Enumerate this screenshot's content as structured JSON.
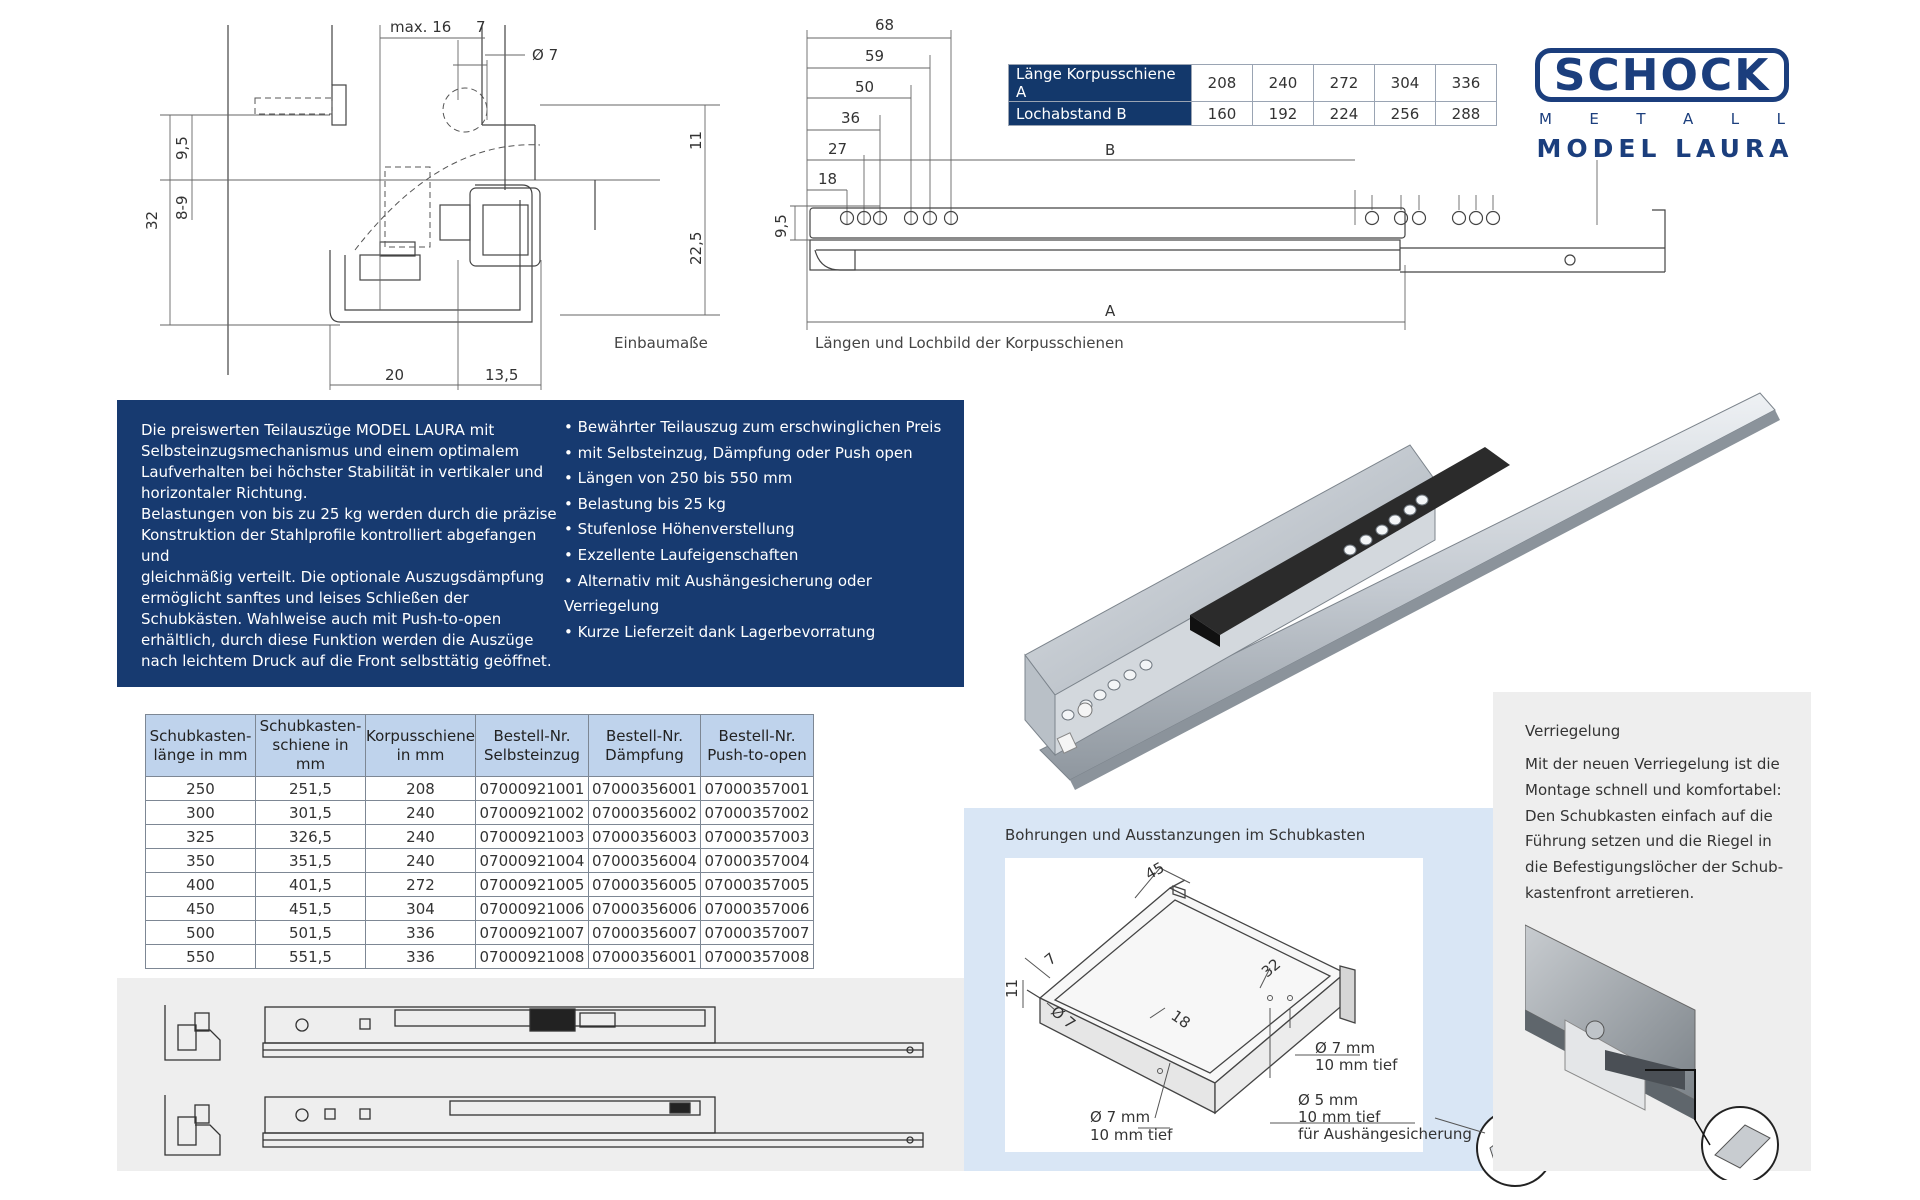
{
  "drawing_install": {
    "caption": "Einbaumaße",
    "dims": {
      "max16": "max. 16",
      "d7": "7",
      "dia7": "Ø 7",
      "d9_5": "9,5",
      "d8_9": "8-9",
      "d32": "32",
      "d11": "11",
      "d22_5": "22,5",
      "d20": "20",
      "d13_5": "13,5"
    }
  },
  "drawing_rail": {
    "caption": "Längen und Lochbild der Korpusschienen",
    "dims": {
      "d68": "68",
      "d59": "59",
      "d50": "50",
      "d36": "36",
      "d27": "27",
      "d18": "18",
      "d9_5": "9,5",
      "B": "B",
      "A": "A"
    }
  },
  "length_table": {
    "rows": [
      {
        "label": "Länge Korpusschiene A",
        "values": [
          "208",
          "240",
          "272",
          "304",
          "336"
        ]
      },
      {
        "label": "Lochabstand B",
        "values": [
          "160",
          "192",
          "224",
          "256",
          "288"
        ]
      }
    ]
  },
  "brand": {
    "logo_text": "SCHOCK",
    "metall_letters": [
      "M",
      "E",
      "T",
      "A",
      "L",
      "L"
    ],
    "model": "MODEL LAURA",
    "color": "#1b3e7d"
  },
  "intro": {
    "paragraph": "Die preiswerten Teilauszüge MODEL LAURA mit\nSelbsteinzugsmechanismus und einem optimalem\nLaufverhalten bei höchster Stabilität in vertikaler und\nhorizontaler Richtung.\nBelastungen von bis zu 25 kg werden durch die präzise\nKonstruktion der Stahlprofile kontrolliert abgefangen und\ngleichmäßig verteilt. Die optionale Auszugsdämpfung\nermöglicht sanftes und leises Schließen der\nSchubkästen. Wahlweise auch mit Push-to-open\nerhältlich, durch diese Funktion werden die Auszüge\nnach leichtem Druck auf die Front selbsttätig geöffnet.",
    "bullets": [
      "Bewährter Teilauszug zum erschwinglichen Preis",
      "mit Selbsteinzug, Dämpfung oder Push open",
      "Längen von 250 bis 550 mm",
      "Belastung bis 25 kg",
      "Stufenlose Höhenverstellung",
      "Exzellente Laufeigenschaften",
      "Alternativ mit Aushängesicherung oder Verriegelung",
      "Kurze Lieferzeit dank Lagerbevorratung"
    ],
    "panel_color": "#173a70"
  },
  "order_table": {
    "headers": [
      [
        "Schubkasten-",
        "länge in mm"
      ],
      [
        "Schubkasten-",
        "schiene in mm"
      ],
      [
        "Korpusschiene",
        "in mm"
      ],
      [
        "Bestell-Nr.",
        "Selbsteinzug"
      ],
      [
        "Bestell-Nr.",
        "Dämpfung"
      ],
      [
        "Bestell-Nr.",
        "Push-to-open"
      ]
    ],
    "rows": [
      [
        "250",
        "251,5",
        "208",
        "07000921001",
        "07000356001",
        "07000357001"
      ],
      [
        "300",
        "301,5",
        "240",
        "07000921002",
        "07000356002",
        "07000357002"
      ],
      [
        "325",
        "326,5",
        "240",
        "07000921003",
        "07000356003",
        "07000357003"
      ],
      [
        "350",
        "351,5",
        "240",
        "07000921004",
        "07000356004",
        "07000357004"
      ],
      [
        "400",
        "401,5",
        "272",
        "07000921005",
        "07000356005",
        "07000357005"
      ],
      [
        "450",
        "451,5",
        "304",
        "07000921006",
        "07000356006",
        "07000357006"
      ],
      [
        "500",
        "501,5",
        "336",
        "07000921007",
        "07000356007",
        "07000357007"
      ],
      [
        "550",
        "551,5",
        "336",
        "07000921008",
        "07000356001",
        "07000357008"
      ]
    ]
  },
  "drawer_drawing": {
    "caption": "Bohrungen und Ausstanzungen im Schubkasten",
    "dims": {
      "d45": "45",
      "d7": "7",
      "d11": "11",
      "dia7": "Ø 7",
      "d18": "18",
      "d32": "32"
    },
    "notes": {
      "a1": "Ø 7 mm",
      "a2": "10 mm tief",
      "b1": "Ø 5 mm",
      "b2": "10 mm tief",
      "b3": "für Aushängesicherung",
      "c1": "Ø 7 mm",
      "c2": "10 mm tief"
    }
  },
  "lock": {
    "title": "Verriegelung",
    "text": "Mit der neuen Verriegelung ist die\nMontage schnell und komfortabel:\nDen Schubkasten einfach auf die\nFührung setzen und die Riegel in\ndie Befestigungslöcher der Schub-\nkastenfront arretieren."
  }
}
